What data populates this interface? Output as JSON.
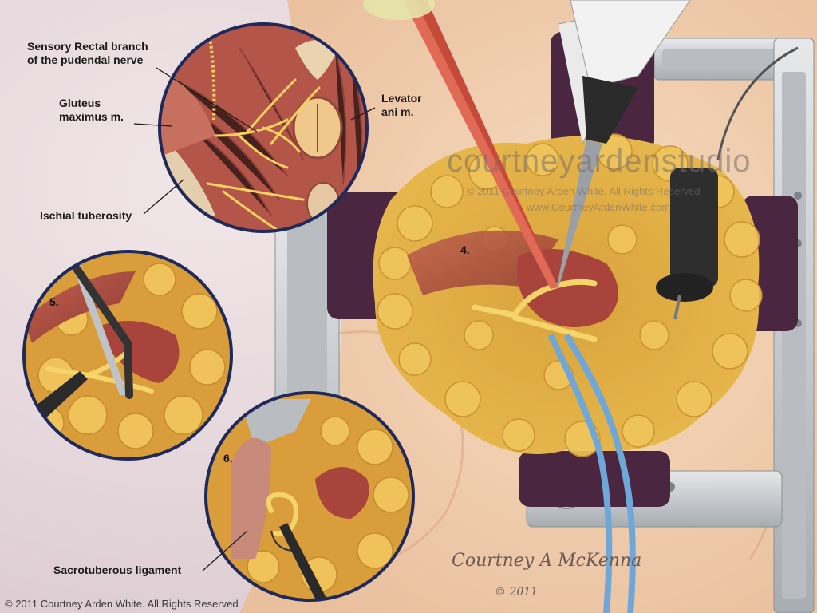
{
  "labels": {
    "sensory_rectal_branch_line1": "Sensory Rectal branch",
    "sensory_rectal_branch_line2": "of the pudendal nerve",
    "levator_line1": "Levator",
    "levator_line2": "ani m.",
    "gluteus_line1": "Gluteus",
    "gluteus_line2": "maximus m.",
    "ischial_tuberosity": "Ischial tuberosity",
    "sacrotuberous_ligament": "Sacrotuberous ligament"
  },
  "steps": {
    "step4": "4.",
    "step5": "5.",
    "step6": "6."
  },
  "watermark": {
    "studio": "courtneyardenstudio",
    "rights": "© 2011 Courtney Arden White. All Rights Reserved",
    "url": "www.CourtneyArdenWhite.com"
  },
  "signature": {
    "name": "Courtney A McKenna",
    "year": "© 2011"
  },
  "footer": {
    "copyright": "© 2011 Courtney Arden White. All Rights Reserved"
  },
  "colors": {
    "fat": "#e8b84a",
    "muscle": "#b8524a",
    "nerve": "#f3d36a",
    "skin": "#f4d7b8",
    "retractor_pad": "#4a2640",
    "steel": "#c9cccf",
    "probe_blue": "#6fa8d8",
    "circle_border": "#1f2a5a"
  }
}
